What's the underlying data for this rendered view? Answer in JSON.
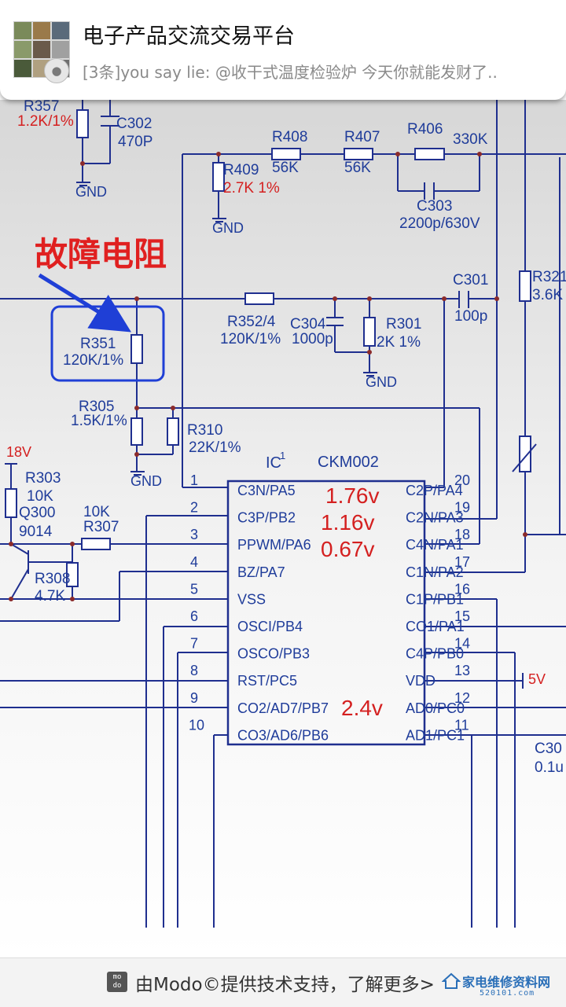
{
  "notification": {
    "title": "电子产品交流交易平台",
    "message": "[3条]you say lie: @收干式温度检验炉 今天你就能发财了.."
  },
  "schematic": {
    "annotation": "故障电阻",
    "ic": {
      "ref": "IC",
      "ref_sup": "1",
      "model": "CKM002"
    },
    "components": {
      "r357": {
        "name": "R357",
        "value": "1.2K/1%"
      },
      "c302": {
        "name": "C302",
        "value": "470P"
      },
      "r408": {
        "name": "R408",
        "value": "56K"
      },
      "r407": {
        "name": "R407",
        "value": "56K"
      },
      "r406": {
        "name": "R406",
        "value": "330K"
      },
      "r409": {
        "name": "R409",
        "value": "2.7K 1%"
      },
      "c303": {
        "name": "C303",
        "value": "2200p/630V"
      },
      "c301": {
        "name": "C301",
        "value": "100p"
      },
      "r321": {
        "name": "R321",
        "value": "3.6K"
      },
      "r352": {
        "name": "R352/4",
        "value": "120K/1%"
      },
      "c304": {
        "name": "C304",
        "value": "1000p"
      },
      "r301": {
        "name": "R301",
        "value": "2K 1%"
      },
      "r351": {
        "name": "R351",
        "value": "120K/1%"
      },
      "r305": {
        "name": "R305",
        "value": "1.5K/1%"
      },
      "r310": {
        "name": "R310",
        "value": "22K/1%"
      },
      "r303": {
        "name": "R303",
        "value": "10K"
      },
      "q300": {
        "name": "Q300",
        "value": "9014"
      },
      "r307": {
        "name": "R307",
        "value": "10K"
      },
      "r308": {
        "name": "R308",
        "value": "4.7K"
      },
      "c30x": {
        "name": "C30",
        "value": "0.1u"
      }
    },
    "gnd_label": "GND",
    "supply_18v": "18V",
    "supply_5v": "5V",
    "left_pins": [
      {
        "num": "1",
        "label": "C3N/PA5"
      },
      {
        "num": "2",
        "label": "C3P/PB2"
      },
      {
        "num": "3",
        "label": "PPWM/PA6"
      },
      {
        "num": "4",
        "label": "BZ/PA7"
      },
      {
        "num": "5",
        "label": "VSS"
      },
      {
        "num": "6",
        "label": "OSCI/PB4"
      },
      {
        "num": "7",
        "label": "OSCO/PB3"
      },
      {
        "num": "8",
        "label": "RST/PC5"
      },
      {
        "num": "9",
        "label": "CO2/AD7/PB7"
      },
      {
        "num": "10",
        "label": "CO3/AD6/PB6"
      }
    ],
    "right_pins": [
      {
        "num": "20",
        "label": "C2P/PA4"
      },
      {
        "num": "19",
        "label": "C2N/PA3"
      },
      {
        "num": "18",
        "label": "C4N/PA1"
      },
      {
        "num": "17",
        "label": "C1N/PA2"
      },
      {
        "num": "16",
        "label": "C1P/PB1"
      },
      {
        "num": "15",
        "label": "CO1/PA1"
      },
      {
        "num": "14",
        "label": "C4P/PB0"
      },
      {
        "num": "13",
        "label": "VDD"
      },
      {
        "num": "12",
        "label": "AD0/PC0"
      },
      {
        "num": "11",
        "label": "AD1/PC1"
      }
    ],
    "voltages": {
      "v1": "1.76v",
      "v2": "1.16v",
      "v3": "0.67v",
      "v4": "2.4v"
    }
  },
  "footer": {
    "logo_text": "mo do",
    "text": "由Modo©提供技术支持，了解更多>",
    "watermark_main": "家电维修资料网",
    "watermark_sub": "520101.com"
  },
  "colors": {
    "wire": "#1f2f8f",
    "component_text": "#1f3c9a",
    "value_red": "#d42020",
    "annotation_red": "#e02020",
    "arrow_blue": "#1f3fd6"
  }
}
